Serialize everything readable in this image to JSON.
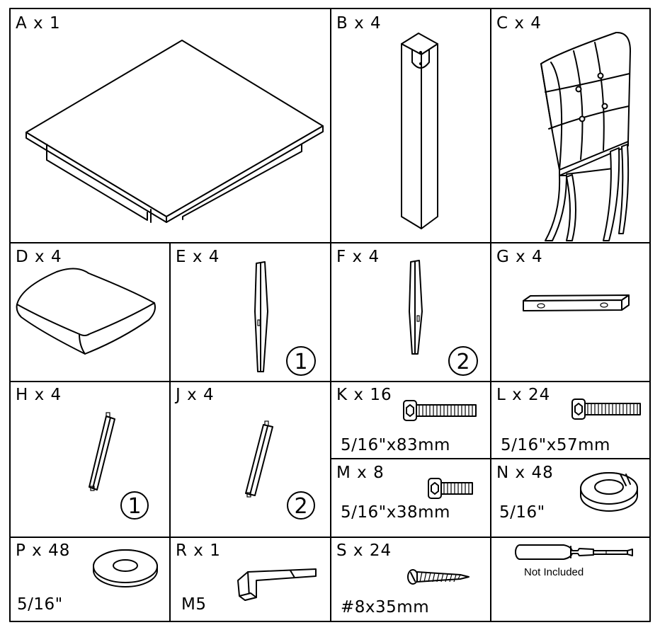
{
  "parts": [
    {
      "id": "A",
      "label": "A x 1"
    },
    {
      "id": "B",
      "label": "B x 4"
    },
    {
      "id": "C",
      "label": "C x 4"
    },
    {
      "id": "D",
      "label": "D x 4"
    },
    {
      "id": "E",
      "label": "E x 4",
      "marker": "1"
    },
    {
      "id": "F",
      "label": "F x 4",
      "marker": "2"
    },
    {
      "id": "G",
      "label": "G x 4"
    },
    {
      "id": "H",
      "label": "H x 4",
      "marker": "1"
    },
    {
      "id": "J",
      "label": "J x 4",
      "marker": "2"
    },
    {
      "id": "K",
      "label": "K x 16",
      "size": "5/16\"x83mm"
    },
    {
      "id": "L",
      "label": "L x 24",
      "size": "5/16\"x57mm"
    },
    {
      "id": "M",
      "label": "M x 8",
      "size": "5/16\"x38mm"
    },
    {
      "id": "N",
      "label": "N x 48",
      "size": "5/16\""
    },
    {
      "id": "P",
      "label": "P x 48",
      "size": "5/16\""
    },
    {
      "id": "R",
      "label": "R x 1",
      "size": "M5"
    },
    {
      "id": "S",
      "label": "S x 24",
      "size": "#8x35mm"
    }
  ],
  "tool": {
    "note": "Not Included",
    "icon": "screwdriver-icon"
  }
}
